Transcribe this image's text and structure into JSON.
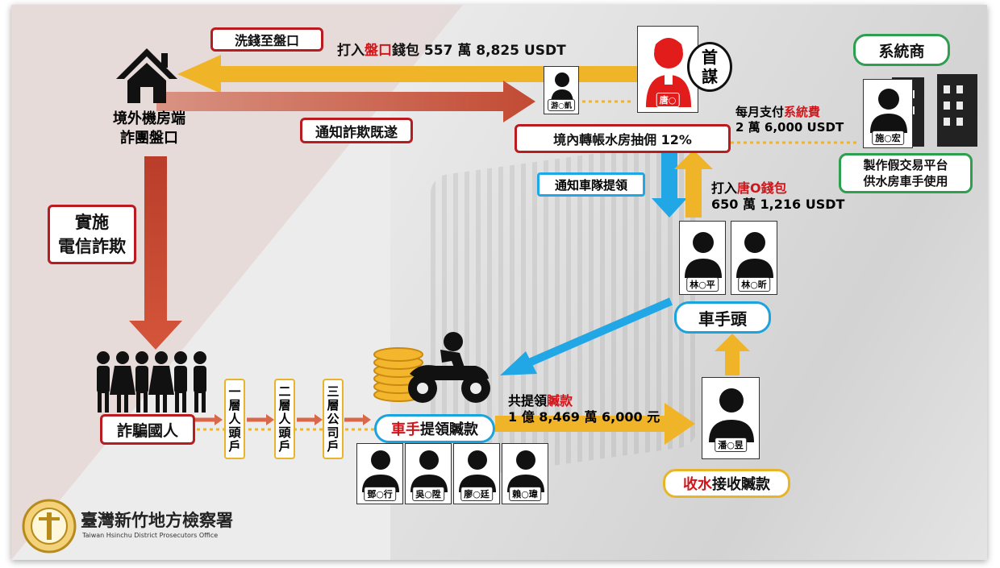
{
  "labels": {
    "launder": "洗錢至盤口",
    "to_handicap_pre": "打入",
    "to_handicap_red": "盤口",
    "to_handicap_post": "錢包 557 萬 8,825 USDT",
    "overseas_line1": "境外機房端",
    "overseas_line2": "詐團盤口",
    "notify_success": "通知詐欺既遂",
    "leader_badge": "首謀",
    "leader_name": "唐○",
    "you_name": "游○凱",
    "commission": "境內轉帳水房抽佣 12%",
    "monthly_pre": "每月支付",
    "monthly_red": "系統費",
    "monthly_amount": "2 萬 6,000 USDT",
    "system_vendor": "系統商",
    "vendor_name": "施○宏",
    "vendor_desc1": "製作假交易平台",
    "vendor_desc2": "供水房車手使用",
    "notify_team": "通知車隊提領",
    "to_wallet_pre": "打入",
    "to_wallet_red": "唐O錢包",
    "to_wallet_amount": "650 萬 1,216 USDT",
    "fraud_line1": "實施",
    "fraud_line2": "電信詐欺",
    "head_a": "林○平",
    "head_b": "林○昕",
    "runner_head": "車手頭",
    "victims": "詐騙國人",
    "layer1": [
      "一",
      "層",
      "人",
      "頭",
      "戶"
    ],
    "layer2": [
      "二",
      "層",
      "人",
      "頭",
      "戶"
    ],
    "layer3": [
      "三",
      "層",
      "公",
      "司",
      "戶"
    ],
    "runner_red": "車手",
    "runner_post": "提領贓款",
    "total_pre": "共提領",
    "total_red": "贓款",
    "total_amount": "1 億 8,469 萬 6,000 元",
    "runners": [
      "鄧○行",
      "吳○陞",
      "廖○廷",
      "賴○瑋"
    ],
    "collector_name": "潘○昱",
    "collect_red": "收水",
    "collect_post": "接收贓款",
    "org_name": "臺灣新竹地方檢察署",
    "org_name_en": "Taiwan Hsinchu District Prosecutors Office"
  },
  "colors": {
    "arrow_gold": "#f0b429",
    "arrow_red": "#c94a32",
    "arrow_blue": "#22a7e6",
    "accent_red": "#d0161b",
    "green": "#2e9e4f"
  },
  "icons": [
    "house-icon",
    "person-icon",
    "building-icon",
    "crowd-icon",
    "motorcycle-icon",
    "coins-icon",
    "emblem-icon"
  ]
}
